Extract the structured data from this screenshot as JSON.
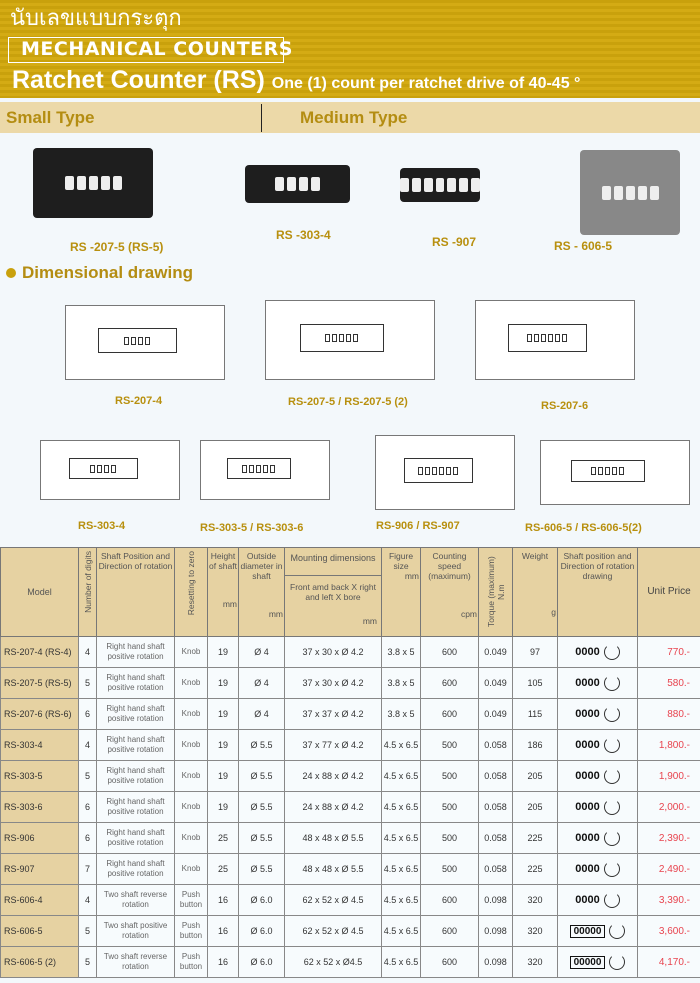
{
  "header": {
    "thai_title": "นับเลขแบบกระตุก",
    "category": "MECHANICAL COUNTERS",
    "title": "Ratchet Counter (RS)",
    "subtitle": "One (1) count per ratchet drive of 40-45 °"
  },
  "types": {
    "small": "Small Type",
    "medium": "Medium Type"
  },
  "photos": [
    "RS -207-5 (RS-5)",
    "RS -303-4",
    "RS -907",
    "RS - 606-5"
  ],
  "dimensional": {
    "heading": "Dimensional drawing",
    "drawings": [
      "RS-207-4",
      "RS-207-5 / RS-207-5 (2)",
      "RS-207-6",
      "RS-303-4",
      "RS-303-5 / RS-303-6",
      "RS-906 / RS-907",
      "RS-606-5 / RS-606-5(2)"
    ]
  },
  "table": {
    "headers": {
      "model": "Model",
      "digits": "Number of digits",
      "shaft": "Shaft Position and Direction of rotation",
      "reset": "Resetting to zero",
      "height": "Height of shaft",
      "height_unit": "mm",
      "outside": "Outside diameter in shaft",
      "outside_unit": "mm",
      "mounting": "Mounting dimensions",
      "mounting_sub": "Front amd back X right and left  X bore",
      "mounting_unit": "mm",
      "figure": "Figure size",
      "figure_unit": "mm",
      "speed": "Counting speed (maximum)",
      "speed_unit": "cpm",
      "torque": "Torque (maximum) N.m",
      "weight": "Weight",
      "weight_unit": "g",
      "drawing": "Shaft position and Direction of rotation drawing",
      "price": "Unit Price"
    },
    "rows": [
      {
        "model": "RS-207-4 (RS-4)",
        "digits": "4",
        "shaft": "Right hand shaft positive rotation",
        "reset": "Knob",
        "height": "19",
        "outside": "Ø 4",
        "mounting": "37 x 30 x Ø 4.2",
        "figure": "3.8 x 5",
        "speed": "600",
        "torque": "0.049",
        "weight": "97",
        "drawing": "0000",
        "price": "770.-"
      },
      {
        "model": "RS-207-5 (RS-5)",
        "digits": "5",
        "shaft": "Right hand shaft positive rotation",
        "reset": "Knob",
        "height": "19",
        "outside": "Ø 4",
        "mounting": "37 x 30 x Ø 4.2",
        "figure": "3.8 x 5",
        "speed": "600",
        "torque": "0.049",
        "weight": "105",
        "drawing": "0000",
        "price": "580.-"
      },
      {
        "model": "RS-207-6 (RS-6)",
        "digits": "6",
        "shaft": "Right hand shaft positive rotation",
        "reset": "Knob",
        "height": "19",
        "outside": "Ø 4",
        "mounting": "37 x 37 x Ø 4.2",
        "figure": "3.8 x 5",
        "speed": "600",
        "torque": "0.049",
        "weight": "115",
        "drawing": "0000",
        "price": "880.-"
      },
      {
        "model": "RS-303-4",
        "digits": "4",
        "shaft": "Right hand shaft positive rotation",
        "reset": "Knob",
        "height": "19",
        "outside": "Ø 5.5",
        "mounting": "37 x 77 x Ø 4.2",
        "figure": "4.5 x 6.5",
        "speed": "500",
        "torque": "0.058",
        "weight": "186",
        "drawing": "0000",
        "price": "1,800.-"
      },
      {
        "model": "RS-303-5",
        "digits": "5",
        "shaft": "Right hand shaft positive rotation",
        "reset": "Knob",
        "height": "19",
        "outside": "Ø 5.5",
        "mounting": "24 x 88 x Ø 4.2",
        "figure": "4.5 x 6.5",
        "speed": "500",
        "torque": "0.058",
        "weight": "205",
        "drawing": "0000",
        "price": "1,900.-"
      },
      {
        "model": "RS-303-6",
        "digits": "6",
        "shaft": "Right hand shaft positive rotation",
        "reset": "Knob",
        "height": "19",
        "outside": "Ø 5.5",
        "mounting": "24 x 88 x Ø 4.2",
        "figure": "4.5 x 6.5",
        "speed": "500",
        "torque": "0.058",
        "weight": "205",
        "drawing": "0000",
        "price": "2,000.-"
      },
      {
        "model": "RS-906",
        "digits": "6",
        "shaft": "Right hand shaft positive rotation",
        "reset": "Knob",
        "height": "25",
        "outside": "Ø 5.5",
        "mounting": "48 x 48 x Ø 5.5",
        "figure": "4.5 x 6.5",
        "speed": "500",
        "torque": "0.058",
        "weight": "225",
        "drawing": "0000",
        "price": "2,390.-"
      },
      {
        "model": "RS-907",
        "digits": "7",
        "shaft": "Right hand shaft positive rotation",
        "reset": "Knob",
        "height": "25",
        "outside": "Ø 5.5",
        "mounting": "48 x 48 x Ø 5.5",
        "figure": "4.5 x 6.5",
        "speed": "500",
        "torque": "0.058",
        "weight": "225",
        "drawing": "0000",
        "price": "2,490.-"
      },
      {
        "model": "RS-606-4",
        "digits": "4",
        "shaft": "Two shaft reverse rotation",
        "reset": "Push button",
        "height": "16",
        "outside": "Ø 6.0",
        "mounting": "62 x 52 x Ø 4.5",
        "figure": "4.5 x 6.5",
        "speed": "600",
        "torque": "0.098",
        "weight": "320",
        "drawing": "0000",
        "price": "3,390.-"
      },
      {
        "model": "RS-606-5",
        "digits": "5",
        "shaft": "Two shaft positive rotation",
        "reset": "Push button",
        "height": "16",
        "outside": "Ø 6.0",
        "mounting": "62 x 52 x Ø 4.5",
        "figure": "4.5 x 6.5",
        "speed": "600",
        "torque": "0.098",
        "weight": "320",
        "drawing": "00000",
        "price": "3,600.-"
      },
      {
        "model": "RS-606-5 (2)",
        "digits": "5",
        "shaft": "Two shaft reverse rotation",
        "reset": "Push button",
        "height": "16",
        "outside": "Ø 6.0",
        "mounting": "62 x 52 x Ø4.5",
        "figure": "4.5 x 6.5",
        "speed": "600",
        "torque": "0.098",
        "weight": "320",
        "drawing": "00000",
        "price": "4,170.-"
      }
    ]
  }
}
